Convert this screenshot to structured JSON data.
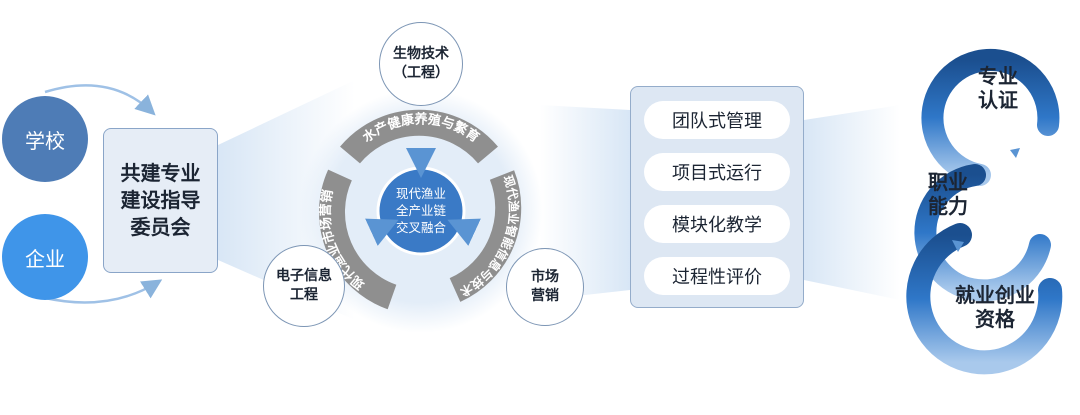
{
  "left": {
    "school": "学校",
    "enterprise": "企业",
    "committee_line1": "共建专业",
    "committee_line2": "建设指导",
    "committee_line3": "委员会"
  },
  "wheel": {
    "center_line1": "现代渔业",
    "center_line2": "全产业链",
    "center_line3": "交叉融合",
    "seg_top": "水产健康养殖与繁育",
    "seg_right": "现代渔业智能信息与技术",
    "seg_left": "现代渔业市场营销",
    "node_bio_line1": "生物技术",
    "node_bio_line2": "（工程）",
    "node_elec_line1": "电子信息",
    "node_elec_line2": "工程",
    "node_market_line1": "市场",
    "node_market_line2": "营销"
  },
  "panel": {
    "items": [
      "团队式管理",
      "项目式运行",
      "模块化教学",
      "过程性评价"
    ]
  },
  "right": {
    "top_line1": "专业",
    "top_line2": "认证",
    "mid_line1": "职业",
    "mid_line2": "能力",
    "bot_line1": "就业创业",
    "bot_line2": "资格"
  },
  "colors": {
    "dark_blue": "#1f5ea3",
    "mid_blue": "#4e7cb6",
    "bright_blue": "#3f95e9",
    "gray_ring": "#8f8f8f",
    "panel_bg": "#dde7f3"
  }
}
